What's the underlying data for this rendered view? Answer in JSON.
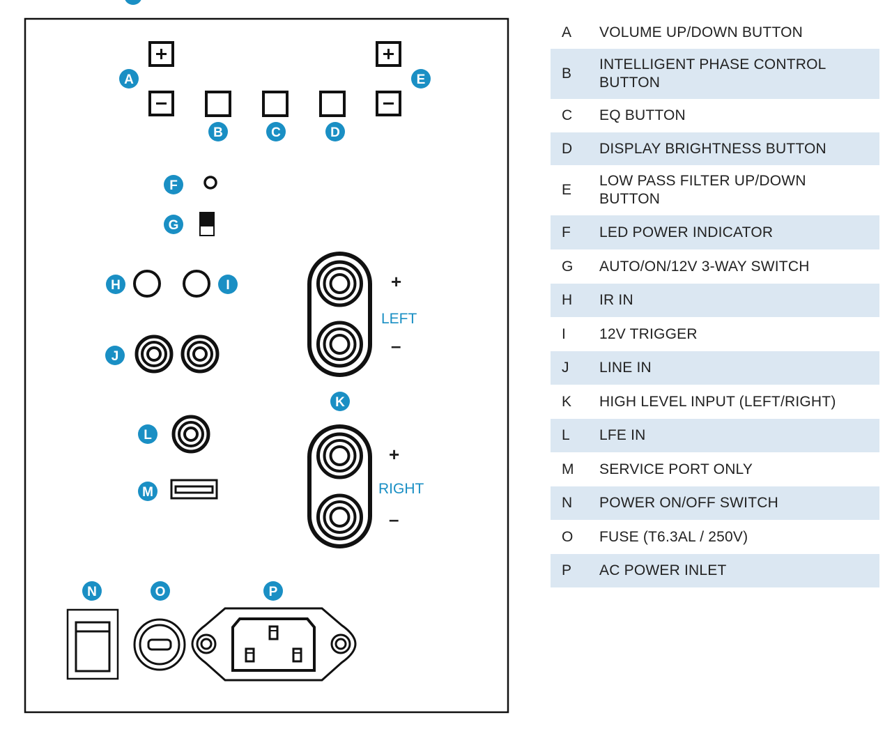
{
  "badge_color": "#1a8fc4",
  "shade_color": "#dbe7f2",
  "panel": {
    "badges": {
      "A": "A",
      "B": "B",
      "C": "C",
      "D": "D",
      "E": "E",
      "F": "F",
      "G": "G",
      "H": "H",
      "I": "I",
      "J": "J",
      "K": "K",
      "L": "L",
      "M": "M",
      "N": "N",
      "O": "O",
      "P": "P"
    },
    "left_label": "LEFT",
    "right_label": "RIGHT",
    "plus": "+",
    "minus": "–"
  },
  "legend": [
    {
      "letter": "A",
      "text": "VOLUME UP/DOWN BUTTON"
    },
    {
      "letter": "B",
      "text": "INTELLIGENT PHASE CONTROL BUTTON"
    },
    {
      "letter": "C",
      "text": "EQ BUTTON"
    },
    {
      "letter": "D",
      "text": "DISPLAY BRIGHTNESS BUTTON"
    },
    {
      "letter": "E",
      "text": "LOW PASS FILTER UP/DOWN BUTTON"
    },
    {
      "letter": "F",
      "text": "LED POWER INDICATOR"
    },
    {
      "letter": "G",
      "text": "AUTO/ON/12V 3-WAY SWITCH"
    },
    {
      "letter": "H",
      "text": "IR IN"
    },
    {
      "letter": "I",
      "text": "12V TRIGGER"
    },
    {
      "letter": "J",
      "text": "LINE IN"
    },
    {
      "letter": "K",
      "text": "HIGH LEVEL INPUT (LEFT/RIGHT)"
    },
    {
      "letter": "L",
      "text": "LFE IN"
    },
    {
      "letter": "M",
      "text": "SERVICE PORT ONLY"
    },
    {
      "letter": "N",
      "text": "POWER ON/OFF SWITCH"
    },
    {
      "letter": "O",
      "text": "FUSE (T6.3AL / 250V)"
    },
    {
      "letter": "P",
      "text": "AC POWER INLET"
    }
  ]
}
